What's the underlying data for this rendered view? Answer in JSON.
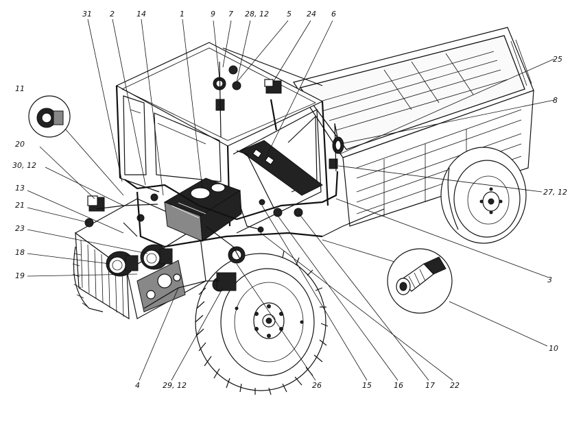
{
  "diagram": {
    "callouts_top": [
      {
        "id": "c31",
        "text": "31"
      },
      {
        "id": "c2",
        "text": "2"
      },
      {
        "id": "c14",
        "text": "14"
      },
      {
        "id": "c1",
        "text": "1"
      },
      {
        "id": "c9",
        "text": "9"
      },
      {
        "id": "c7",
        "text": "7"
      },
      {
        "id": "c28",
        "text": "28, 12"
      },
      {
        "id": "c5",
        "text": "5"
      },
      {
        "id": "c24",
        "text": "24"
      },
      {
        "id": "c6",
        "text": "6"
      }
    ],
    "callouts_right": [
      {
        "id": "c25",
        "text": "25"
      },
      {
        "id": "c8",
        "text": "8"
      },
      {
        "id": "c27",
        "text": "27, 12"
      },
      {
        "id": "c3",
        "text": "3"
      },
      {
        "id": "c10",
        "text": "10"
      }
    ],
    "callouts_left": [
      {
        "id": "c11",
        "text": "11"
      },
      {
        "id": "c20",
        "text": "20"
      },
      {
        "id": "c30",
        "text": "30, 12"
      },
      {
        "id": "c13",
        "text": "13"
      },
      {
        "id": "c21",
        "text": "21"
      },
      {
        "id": "c23",
        "text": "23"
      },
      {
        "id": "c18",
        "text": "18"
      },
      {
        "id": "c19",
        "text": "19"
      }
    ],
    "callouts_bottom": [
      {
        "id": "c4",
        "text": "4"
      },
      {
        "id": "c29",
        "text": "29, 12"
      },
      {
        "id": "c26",
        "text": "26"
      },
      {
        "id": "c15",
        "text": "15"
      },
      {
        "id": "c16",
        "text": "16"
      },
      {
        "id": "c17",
        "text": "17"
      },
      {
        "id": "c22",
        "text": "22"
      }
    ]
  }
}
